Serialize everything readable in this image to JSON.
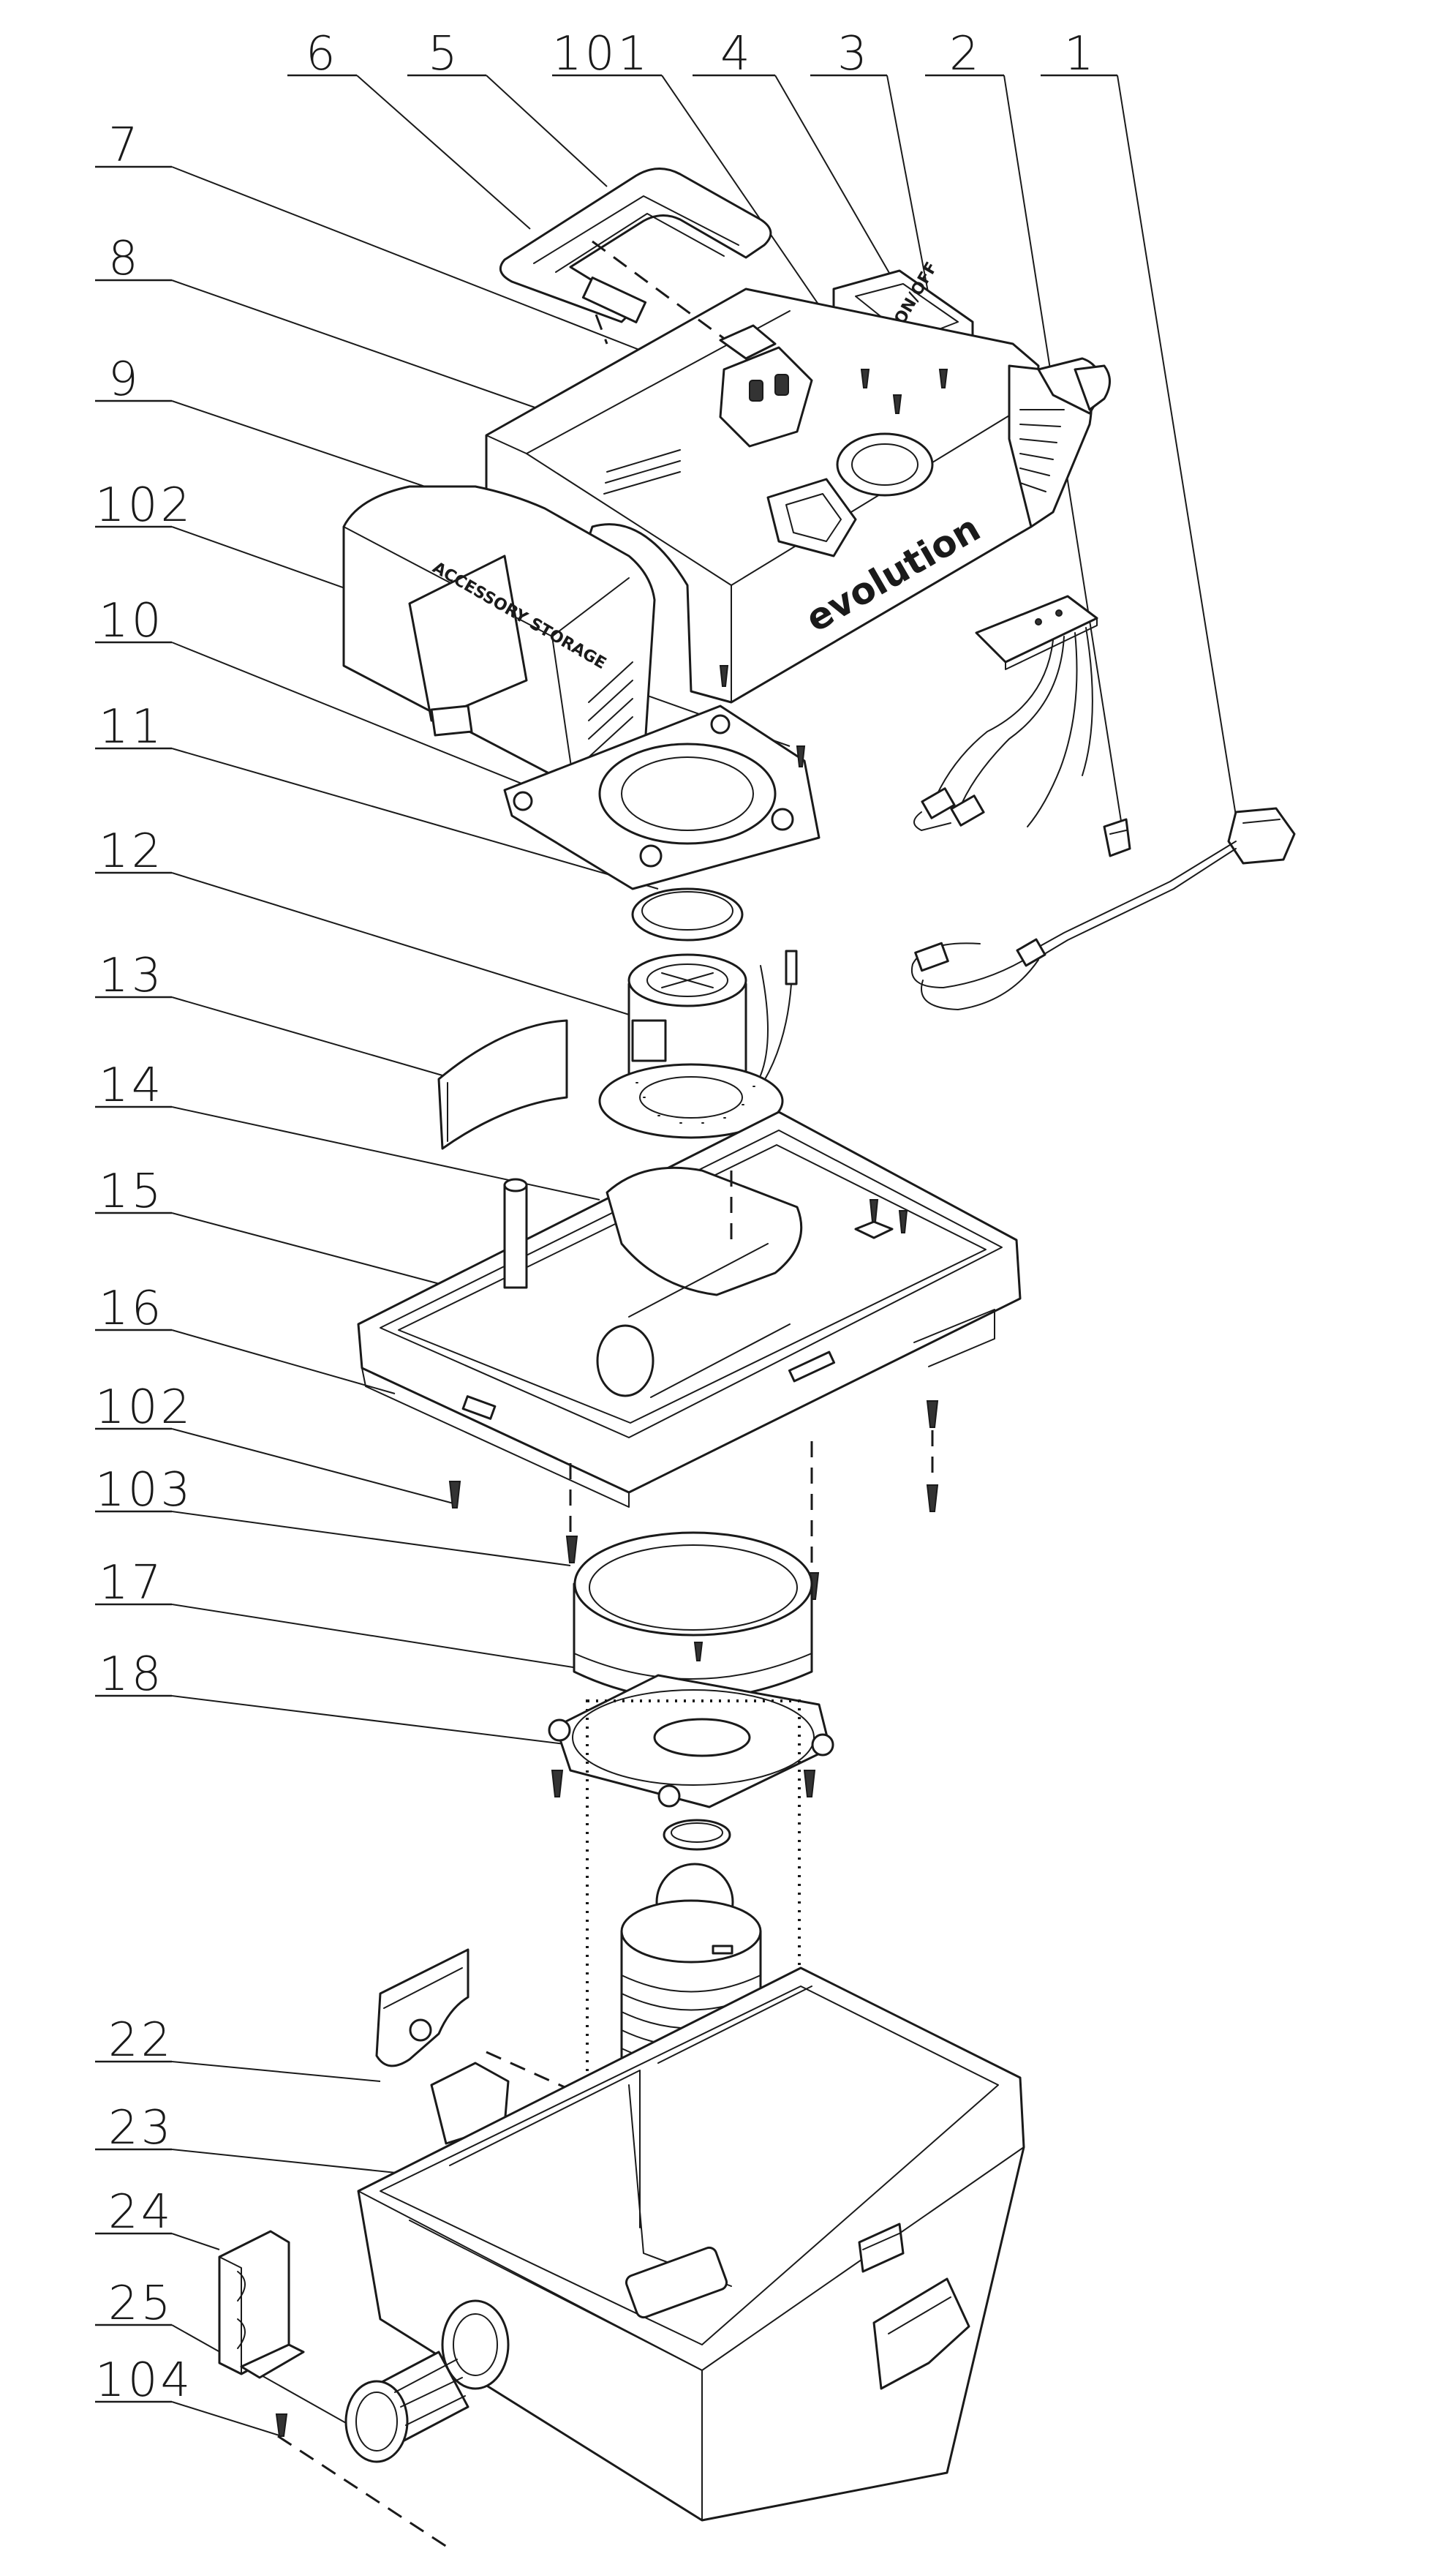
{
  "diagram": {
    "top_labels": {
      "l6": "6",
      "l5": "5",
      "l101": "101",
      "l4": "4",
      "l3": "3",
      "l2": "2",
      "l1": "1"
    },
    "left_labels": {
      "l7": "7",
      "l8": "8",
      "l9": "9",
      "l102a": "102",
      "l10": "10",
      "l11": "11",
      "l12": "12",
      "l13": "13",
      "l14": "14",
      "l15": "15",
      "l16": "16",
      "l102b": "102",
      "l103": "103",
      "l17": "17",
      "l18": "18",
      "l22": "22",
      "l23": "23",
      "l24": "24",
      "l25": "25",
      "l104": "104"
    },
    "brand_text": "evolution",
    "lid_stamp": "ACCESSORY STORAGE"
  }
}
